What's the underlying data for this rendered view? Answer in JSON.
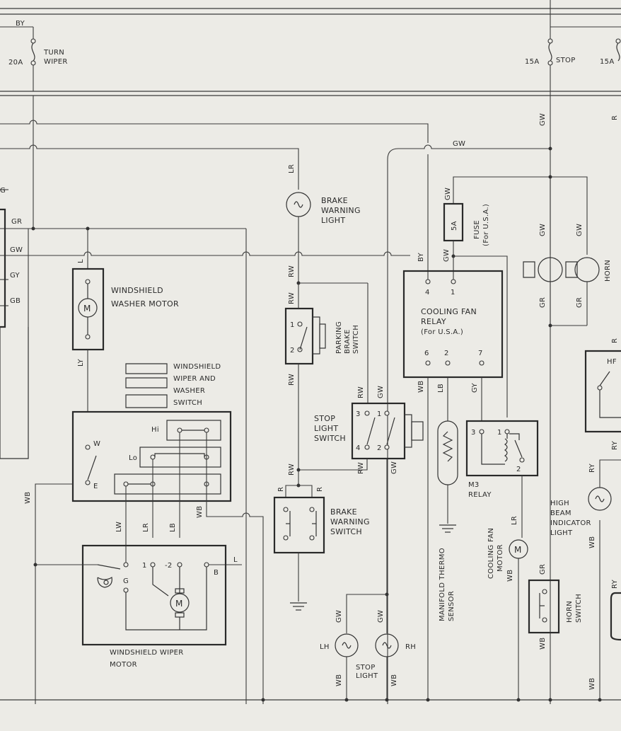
{
  "fuses": {
    "turn_wiper": {
      "rating": "20A",
      "name_line1": "TURN",
      "name_line2": "WIPER"
    },
    "stop": {
      "rating": "15A",
      "name": "STOP"
    },
    "right": {
      "rating": "15A"
    }
  },
  "wire_codes": {
    "by": "BY",
    "gr": "GR",
    "gw": "GW",
    "gy": "GY",
    "gb": "GB",
    "g": "G",
    "lr": "LR",
    "rw": "RW",
    "l": "L",
    "ly": "LY",
    "wb": "WB",
    "lw": "LW",
    "lb": "LB",
    "r": "R",
    "ry": "RY",
    "e": "E",
    "w": "W"
  },
  "components": {
    "brake_warning_light": {
      "line1": "BRAKE",
      "line2": "WARNING",
      "line3": "LIGHT"
    },
    "washer_motor": {
      "line1": "WINDSHIELD",
      "line2": "WASHER  MOTOR"
    },
    "wiper_switch": {
      "line1": "WINDSHIELD",
      "line2": "WIPER AND",
      "line3": "WASHER",
      "line4": "SWITCH",
      "hi": "Hi",
      "lo": "Lo"
    },
    "parking_brake_switch": {
      "line1": "PARKING",
      "line2": "BRAKE",
      "line3": "SWITCH"
    },
    "stop_light_switch": {
      "line1": "STOP",
      "line2": "LIGHT",
      "line3": "SWITCH"
    },
    "brake_warning_switch": {
      "line1": "BRAKE",
      "line2": "WARNING",
      "line3": "SWITCH"
    },
    "wiper_motor": {
      "line1": "WINDSHIELD WIPER",
      "line2": "MOTOR",
      "b": "B",
      "g": "G",
      "m": "M"
    },
    "stop_light": {
      "line1": "STOP",
      "line2": "LIGHT",
      "lh": "LH",
      "rh": "RH"
    },
    "cooling_fan_relay": {
      "line1": "COOLING  FAN",
      "line2": "RELAY",
      "line3": "(For U.S.A.)"
    },
    "fuse_5a": {
      "rating": "5A",
      "line1": "FUSE",
      "line2": "(For U.S.A.)"
    },
    "manifold_sensor": {
      "line1": "MANIFOLD THERMO",
      "line2": "SENSOR"
    },
    "m3_relay": {
      "line1": "M3",
      "line2": "RELAY"
    },
    "cooling_fan_motor": {
      "line1": "COOLING FAN",
      "line2": "MOTOR"
    },
    "horn": {
      "name": "HORN"
    },
    "horn_switch": {
      "line1": "HORN",
      "line2": "SWITCH"
    },
    "high_beam": {
      "line1": "HIGH",
      "line2": "BEAM",
      "line3": "INDICATOR",
      "line4": "LIGHT",
      "hf": "HF"
    }
  },
  "pin_numbers": {
    "p1": "1",
    "p2": "2",
    "p3": "3",
    "p4": "4",
    "p6": "6",
    "p7": "7",
    "p2neg": "-2"
  }
}
